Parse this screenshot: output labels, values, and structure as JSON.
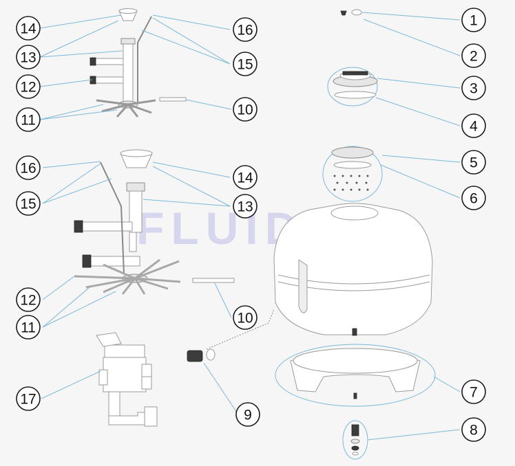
{
  "brand": {
    "watermark": "FLUIDRA"
  },
  "callouts": [
    "14",
    "13",
    "12",
    "11",
    "16",
    "15",
    "10",
    "14",
    "13",
    "16",
    "15",
    "12",
    "11",
    "10",
    "17",
    "9",
    "1",
    "2",
    "3",
    "4",
    "5",
    "6",
    "7",
    "8"
  ]
}
